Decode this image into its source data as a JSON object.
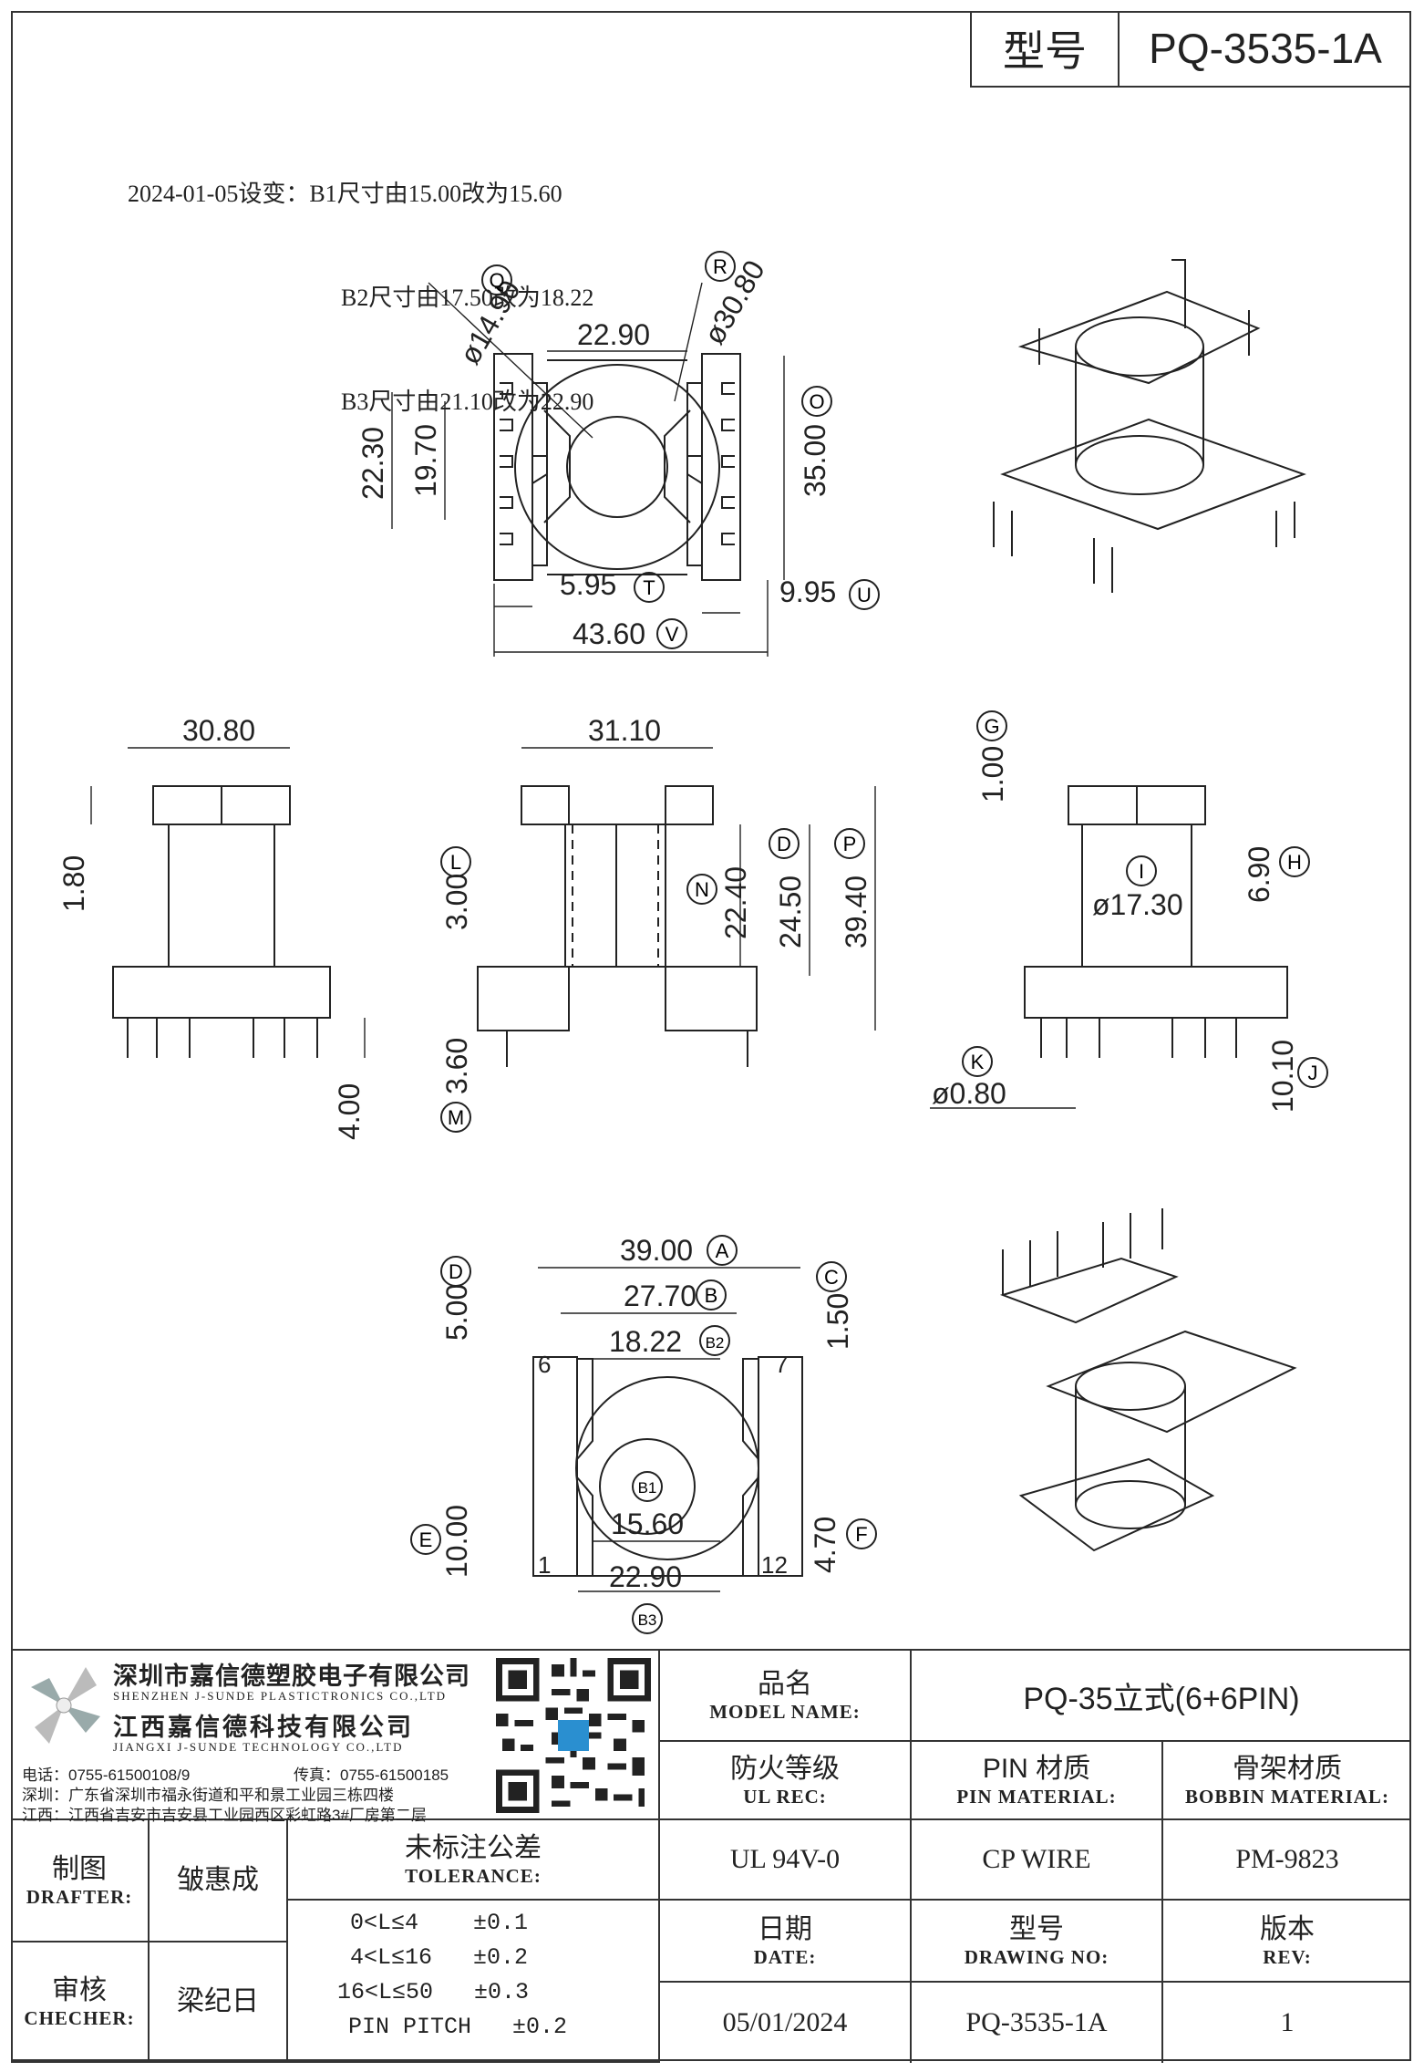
{
  "header": {
    "model_key": "型号",
    "model_value": "PQ-3535-1A"
  },
  "notes": {
    "line1": "2024-01-05设变：B1尺寸由15.00改为15.60",
    "line2": "B2尺寸由17.50改为18.22",
    "line3": "B3尺寸由21.10改为22.90"
  },
  "dims": {
    "top": {
      "d_q": "ø14.90",
      "d_r": "ø30.80",
      "w_2290": "22.90",
      "h_2230": "22.30",
      "h_1970": "19.70",
      "h_3500": "35.00",
      "w_595": "5.95",
      "w_995": "9.95",
      "w_4360": "43.60"
    },
    "front": {
      "w_3080": "30.80",
      "h_180": "1.80",
      "h_400": "4.00"
    },
    "side": {
      "w_3110": "31.10",
      "h_300": "3.00",
      "h_2240": "22.40",
      "h_2450": "24.50",
      "h_3940": "39.40",
      "h_360": "3.60"
    },
    "right": {
      "h_100": "1.00",
      "d_1730": "ø17.30",
      "h_690": "6.90",
      "d_080": "ø0.80",
      "h_1010": "10.10"
    },
    "bottom": {
      "w_3900": "39.00",
      "w_2770": "27.70",
      "w_1822": "18.22",
      "h_500": "5.00",
      "h_150": "1.50",
      "w_1560": "15.60",
      "w_2290": "22.90",
      "h_1000": "10.00",
      "h_470": "4.70",
      "pin_6": "6",
      "pin_7": "7",
      "pin_1": "1",
      "pin_12": "12"
    }
  },
  "markers": {
    "A": "A",
    "B": "B",
    "B1": "B1",
    "B2": "B2",
    "B3": "B3",
    "C": "C",
    "D": "D",
    "E": "E",
    "F": "F",
    "G": "G",
    "H": "H",
    "I": "I",
    "J": "J",
    "K": "K",
    "L": "L",
    "M": "M",
    "N": "N",
    "O": "O",
    "P": "P",
    "Q": "Q",
    "R": "R",
    "T": "T",
    "U": "U",
    "V": "V"
  },
  "company": {
    "name_cn": "深圳市嘉信德塑胶电子有限公司",
    "name_en": "SHENZHEN J-SUNDE PLASTICTRONICS CO.,LTD",
    "name_cn2": "江西嘉信德科技有限公司",
    "name_en2": "JIANGXI J-SUNDE TECHNOLOGY CO.,LTD",
    "phone": "电话：0755-61500108/9",
    "fax": "传真：0755-61500185",
    "addr_sz": "深圳：广东省深圳市福永街道和平和景工业园三栋四楼",
    "addr_jx": "江西：江西省吉安市吉安县工业园西区彩虹路3#厂房第二层"
  },
  "title_block": {
    "model_name_cn": "品名",
    "model_name_en": "MODEL NAME:",
    "model_name_val": "PQ-35立式(6+6PIN)",
    "ul_cn": "防火等级",
    "ul_en": "UL REC:",
    "ul_val": "UL 94V-0",
    "pin_cn": "PIN 材质",
    "pin_en": "PIN MATERIAL:",
    "pin_val": "CP WIRE",
    "bob_cn": "骨架材质",
    "bob_en": "BOBBIN MATERIAL:",
    "bob_val": "PM-9823",
    "drafter_cn": "制图",
    "drafter_en": "DRAFTER:",
    "drafter_val": "皱惠成",
    "checker_cn": "审核",
    "checker_en": "CHECHER:",
    "checker_val": "梁纪日",
    "tol_cn": "未标注公差",
    "tol_en": "TOLERANCE:",
    "tol_rows": [
      "0<L≤4    ±0.1",
      "4<L≤16   ±0.2",
      "16<L≤50   ±0.3",
      "PIN PITCH   ±0.2"
    ],
    "date_cn": "日期",
    "date_en": "DATE:",
    "date_val": "05/01/2024",
    "dwg_cn": "型号",
    "dwg_en": "DRAWING NO:",
    "dwg_val": "PQ-3535-1A",
    "rev_cn": "版本",
    "rev_en": "REV:",
    "rev_val": "1"
  }
}
